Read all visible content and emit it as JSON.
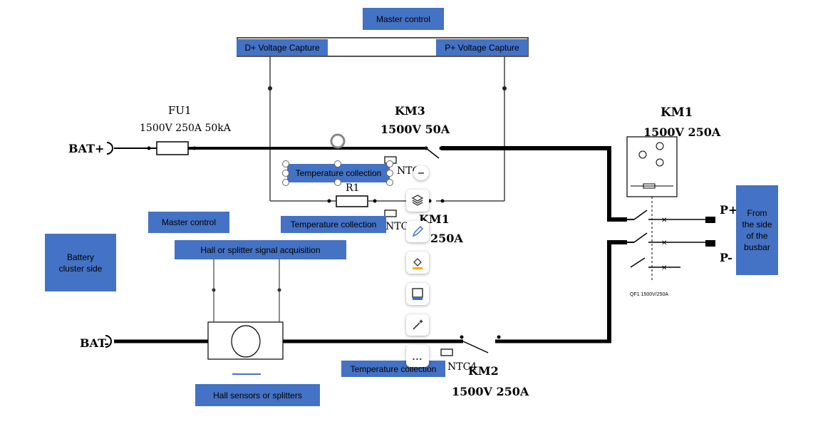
{
  "labels": {
    "master_control_top": "Master control",
    "d_voltage_capture": "D+ Voltage Capture",
    "p_voltage_capture": "P+ Voltage Capture",
    "temperature_collection_1": "Temperature collection",
    "temperature_collection_2": "Temperature collection",
    "temperature_collection_3": "Temperature collection",
    "master_control_left": "Master control",
    "hall_signal_acquisition": "Hall or splitter signal acquisition",
    "battery_cluster_side": "Battery cluster side",
    "hall_sensors": "Hall sensors or splitters",
    "busbar_side": "From the side of the busbar"
  },
  "schematic": {
    "bat_plus": "BAT+",
    "bat_minus": "BAT-",
    "fu1_name": "FU1",
    "fu1_rating": "1500V 250A 50kA",
    "km3_name": "KM3",
    "km3_rating": "1500V 50A",
    "km1_name": "KM1",
    "km1_rating": "1500V 250A",
    "km1_low_name": "KM1",
    "km1_low_rating": "250A",
    "km2_name": "KM2",
    "km2_rating": "1500V 250A",
    "r1": "R1",
    "ntc1": "NTC1",
    "ntc3": "NTC3",
    "ntc4": "NTC4",
    "p_plus": "P+",
    "p_minus": "P-",
    "qf1": "QF1 1500V/250A"
  },
  "toolbar": {
    "items": [
      {
        "icon": "minus-icon"
      },
      {
        "icon": "layers-icon"
      },
      {
        "icon": "pen-icon"
      },
      {
        "icon": "fill-icon"
      },
      {
        "icon": "border-icon"
      },
      {
        "icon": "magic-wand-icon"
      },
      {
        "icon": "more-icon"
      }
    ],
    "more_glyph": "..."
  },
  "colors": {
    "label_bg": "#4472c4",
    "wire": "#000000",
    "toolbar_bg": "#ffffff"
  }
}
